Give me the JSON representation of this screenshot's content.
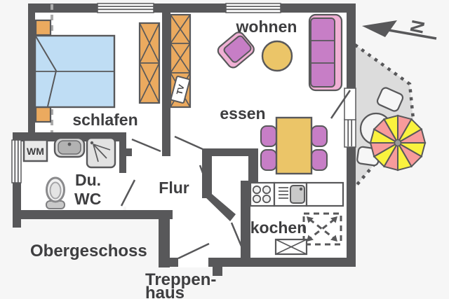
{
  "floorplan": {
    "floor_label": "Obergeschoss",
    "rooms": {
      "bedroom": {
        "label": "schlafen"
      },
      "living": {
        "label": "wohnen"
      },
      "dining": {
        "label": "essen"
      },
      "hallway": {
        "label": "Flur"
      },
      "kitchen": {
        "label": "kochen"
      },
      "bathroom": {
        "label_line1": "Du.",
        "label_line2": "WC"
      }
    },
    "stairwell": {
      "label_line1": "Treppen-",
      "label_line2": "haus"
    },
    "labels": {
      "washing_machine": "WM",
      "tv": "TV",
      "north": "N"
    },
    "colors": {
      "wall": "#58585A",
      "ink": "#3E3E40",
      "floor": "#FFFFFF",
      "outside": "#F6F6F6",
      "bed": "#BFDDF4",
      "wood": "#EBAA5F",
      "upholstery": "#C77EC6",
      "upholstery-trim": "#F0B0D4",
      "table-wood": "#EBC568",
      "parasol-yellow": "#FAF23E",
      "parasol-pink": "#F79B9B",
      "balcony": "#DCDCDC",
      "fixture": "#E2E2E2",
      "fixture-dark": "#ADADAD"
    }
  }
}
